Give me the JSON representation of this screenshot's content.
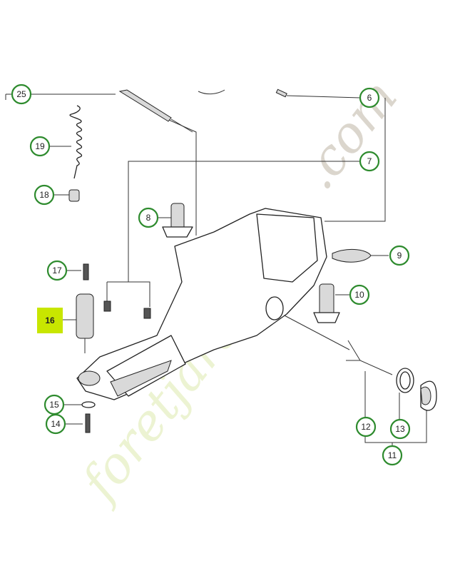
{
  "watermark": {
    "brand": "foretjardin",
    "suffix": ".com"
  },
  "callouts": {
    "c25": "25",
    "c6": "6",
    "c19": "19",
    "c7": "7",
    "c18": "18",
    "c8": "8",
    "c9": "9",
    "c17": "17",
    "c10": "10",
    "c16": "16",
    "c15": "15",
    "c14": "14",
    "c12": "12",
    "c13": "13",
    "c11": "11"
  },
  "highlight_color": "#c8e600",
  "callout_ring_color": "#2e8b2e"
}
